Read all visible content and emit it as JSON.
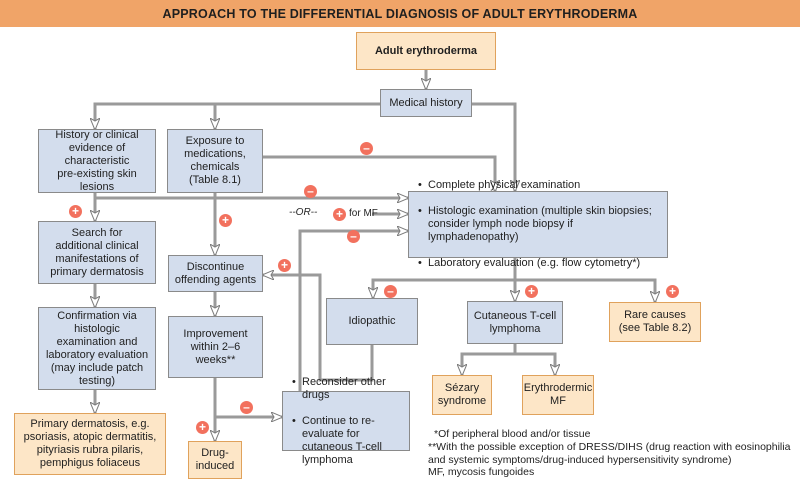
{
  "title": "APPROACH TO THE DIFFERENTIAL DIAGNOSIS OF ADULT ERYTHRODERMA",
  "colors": {
    "banner": "#f0a468",
    "box_blue": "#d3dded",
    "box_peach": "#fde6c7",
    "sign": "#f2715e",
    "arrow": "#9a9a9a"
  },
  "nodes": {
    "adult": "Adult erythroderma",
    "history": "Medical history",
    "skin": "History or clinical\nevidence of\ncharacteristic\npre-existing skin lesions",
    "exposure": "Exposure to\nmedications,\nchemicals\n(Table 8.1)",
    "workup": [
      "Complete physical examination",
      "Histologic examination (multiple skin biopsies; consider lymph node biopsy if lymphadenopathy)",
      "Laboratory evaluation (e.g. flow cytometry*)"
    ],
    "search": "Search for\nadditional clinical\nmanifestations of\nprimary dermatosis",
    "discontinue": "Discontinue\noffending agents",
    "confirm": "Confirmation via\nhistologic\nexamination and\nlaboratory evaluation\n(may include patch\ntesting)",
    "improve": "Improvement\nwithin 2–6\nweeks**",
    "idiopathic": "Idiopathic",
    "ctcl": "Cutaneous T-cell\nlymphoma",
    "rare": "Rare causes\n(see Table 8.2)",
    "reconsider": [
      "Reconsider other drugs",
      "Continue to re-evaluate for cutaneous T-cell lymphoma"
    ],
    "primary": "Primary dermatosis, e.g.\npsoriasis, atopic dermatitis,\npityriasis rubra pilaris,\npemphigus foliaceus",
    "drug": "Drug-\ninduced",
    "sezary": "Sézary\nsyndrome",
    "emf": "Erythrodermic\nMF"
  },
  "labels": {
    "or": "--OR--",
    "for_mf": "for MF",
    "plus": "+",
    "minus": "–"
  },
  "footnotes": {
    "one": "*Of peripheral blood and/or tissue",
    "two": "**With the possible exception of DRESS/DIHS (drug reaction with eosinophilia\nand systemic symptoms/drug-induced hypersensitivity syndrome)\nMF, mycosis fungoides"
  }
}
